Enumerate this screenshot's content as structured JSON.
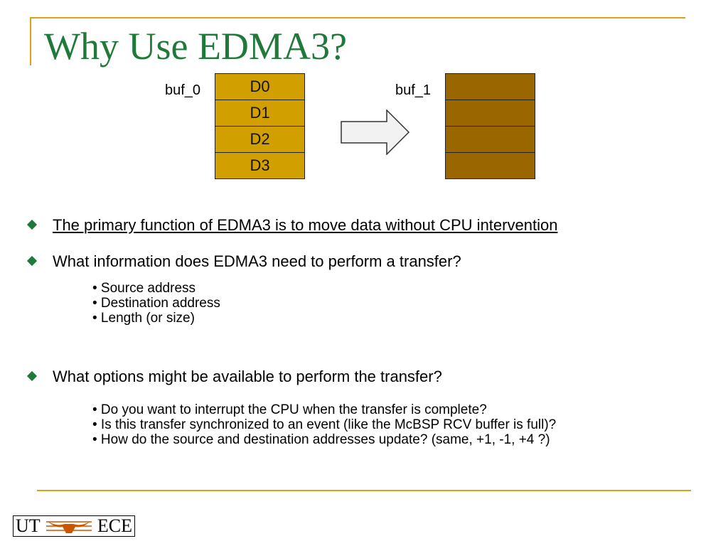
{
  "slide": {
    "title": "Why Use EDMA3?",
    "diagram": {
      "source": {
        "label": "buf_0",
        "cells": [
          "D0",
          "D1",
          "D2",
          "D3"
        ],
        "color": "#d1a000"
      },
      "destination": {
        "label": "buf_1",
        "cells": [
          "",
          "",
          "",
          ""
        ],
        "color": "#996600"
      },
      "arrow": "right-arrow-icon"
    },
    "bullets": [
      {
        "text": "The primary function of EDMA3 is to move data without CPU intervention",
        "underlined": true
      },
      {
        "text": "What information does EDMA3 need to perform a transfer?",
        "subitems": [
          "• Source address",
          "• Destination address",
          "• Length (or size)"
        ]
      },
      {
        "text": "What options might be available to perform the transfer?",
        "subitems": [
          "• Do you want to interrupt the CPU when the transfer is complete?",
          "• Is this transfer synchronized to an event (like the McBSP RCV buffer is full)?",
          "• How do the source and destination addresses update? (same, +1, -1, +4 ?)"
        ]
      }
    ],
    "footer": {
      "logo_left": "UT",
      "logo_right": "ECE",
      "logo_icon": "longhorn-icon"
    },
    "colors": {
      "title": "#1f7a3a",
      "rule": "#d9a21b",
      "bullet": "#1f7a3a",
      "logo_icon": "#cc5500"
    }
  }
}
